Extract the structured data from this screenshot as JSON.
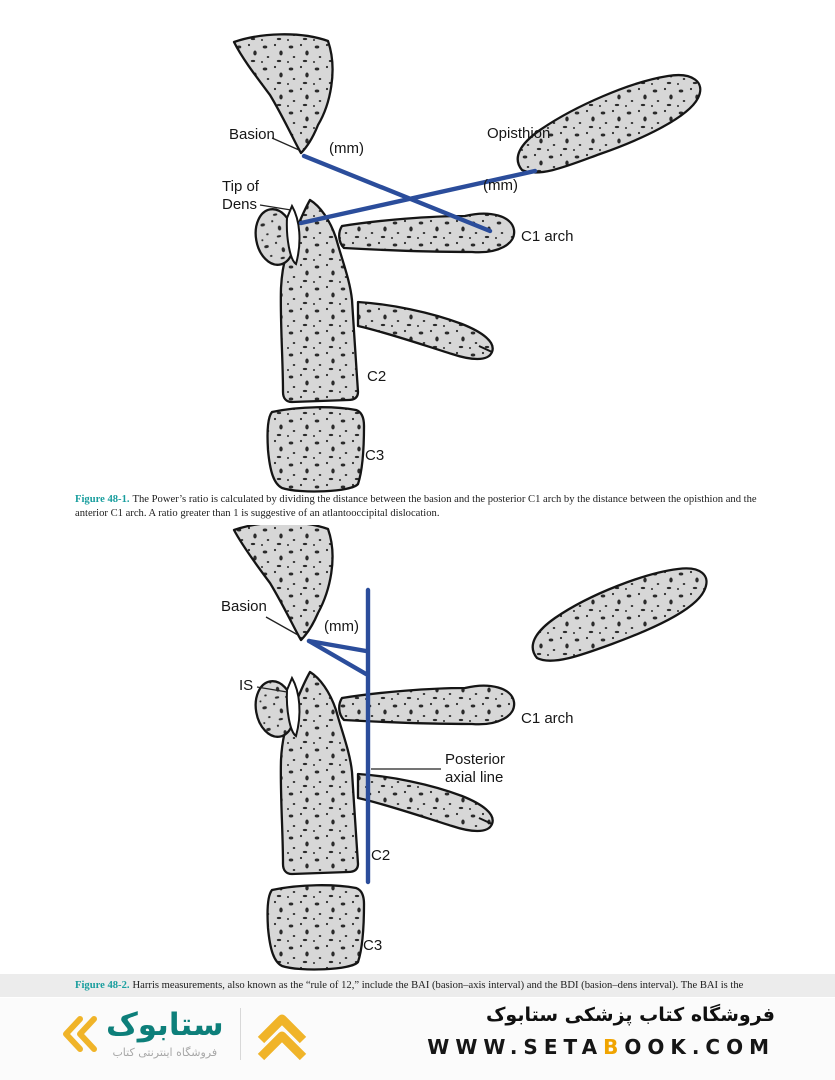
{
  "colors": {
    "measurement_blue": "#2b4d9b",
    "figure_label_teal": "#199e9e",
    "bone_fill": "#d7d7d7",
    "brand_gold": "#f0b429",
    "brand_teal": "#0d7f7a",
    "url_accent": "#f0a400"
  },
  "figure1": {
    "labels": {
      "basion": "Basion",
      "mm_left": "(mm)",
      "opisthion": "Opisthion",
      "mm_right": "(mm)",
      "tip_of_dens": "Tip of Dens",
      "c1_arch": "C1 arch",
      "c2": "C2",
      "c3": "C3"
    },
    "caption_label": "Figure 48-1.",
    "caption_text": "The Power’s ratio is calculated by dividing the distance between the basion and the posterior C1 arch by the distance between the opisthion and the anterior C1 arch. A ratio greater than 1 is suggestive of an atlantooccipital dislocation."
  },
  "figure2": {
    "labels": {
      "basion": "Basion",
      "mm": "(mm)",
      "is": "IS",
      "c1_arch": "C1 arch",
      "posterior_axial_line": "Posterior axial line",
      "c2": "C2",
      "c3": "C3"
    },
    "caption_label": "Figure 48-2.",
    "caption_text": "Harris measurements, also known as the “rule of 12,” include the BAI (basion–axis interval) and the BDI (basion–dens interval). The BAI is the"
  },
  "footer": {
    "store_title_fa": "فروشگاه کتاب پزشکی ستابوک",
    "logo_text_fa": "ستابوک",
    "logo_tagline_fa": "فروشگاه اینترنتی کتاب",
    "url_prefix": "WWW.SETA",
    "url_highlight": "B",
    "url_suffix": "OOK.COM"
  }
}
